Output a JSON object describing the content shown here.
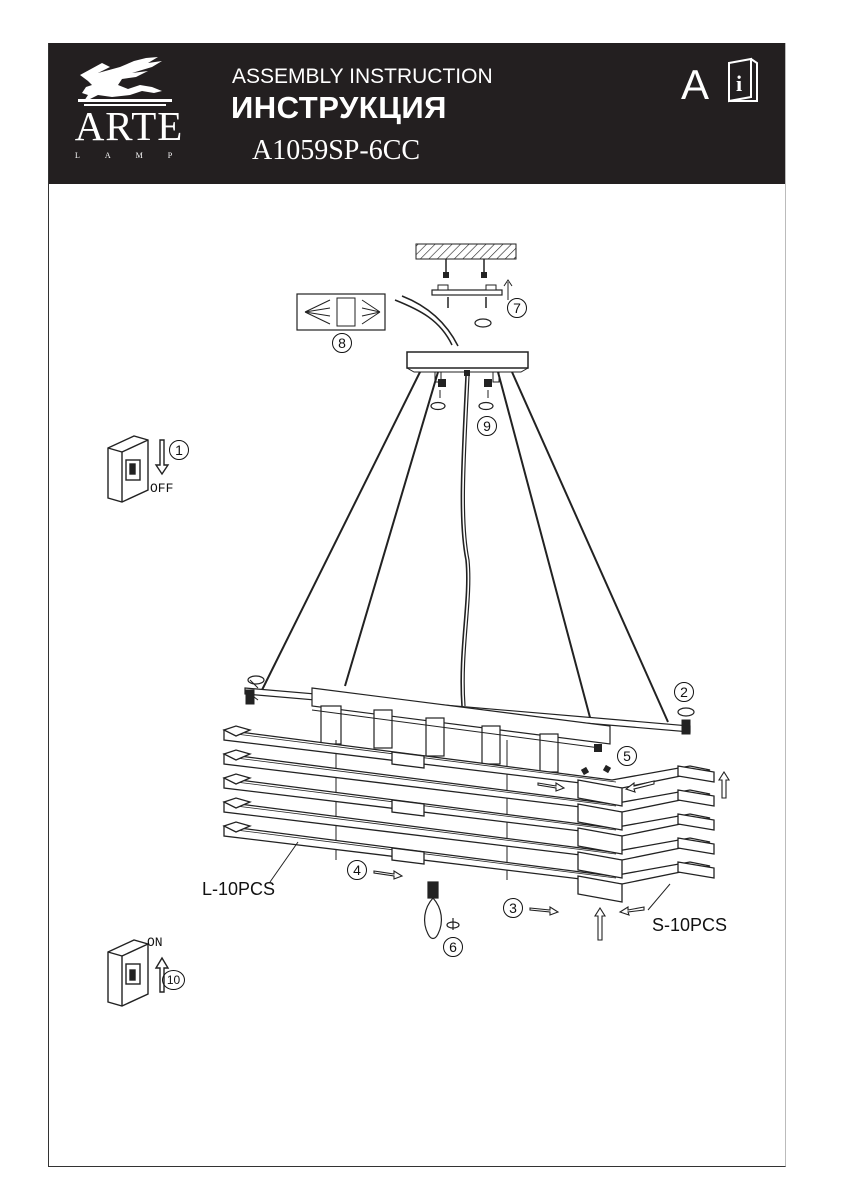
{
  "header": {
    "brand_name": "ARTE",
    "brand_sub": "LAMP",
    "title_en": "ASSEMBLY INSTRUCTION",
    "title_ru": "ИНСТРУКЦИЯ",
    "model": "A1059SP-6CC",
    "info_letter": "A",
    "info_badge_letter": "i",
    "colors": {
      "background": "#231f20",
      "text": "#ffffff"
    }
  },
  "switches": {
    "off_label": "OFF",
    "on_label": "ON"
  },
  "parts": {
    "long_slats": "L-10PCS",
    "short_slats": "S-10PCS"
  },
  "steps": [
    "1",
    "2",
    "3",
    "4",
    "5",
    "6",
    "7",
    "8",
    "9",
    "10"
  ],
  "icons": [
    "arte-lamp-logo",
    "info-book-icon",
    "wall-switch-icon",
    "arrow-icon",
    "rotate-icon",
    "screw-icon",
    "bulb-icon"
  ]
}
